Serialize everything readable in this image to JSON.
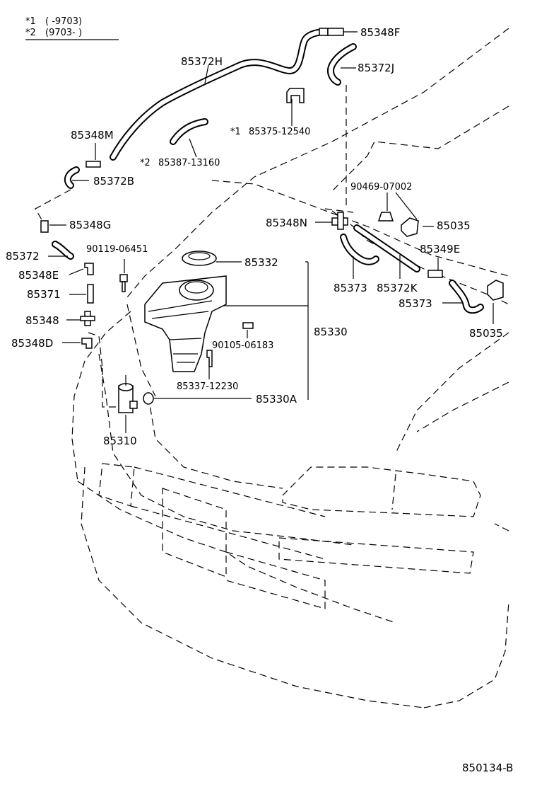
{
  "legend": {
    "row1_mark": "*1",
    "row1_range": "( -9703)",
    "row2_mark": "*2",
    "row2_range": "(9703- )"
  },
  "labels": {
    "p85348F": "85348F",
    "p85372H": "85372H",
    "p85372J": "85372J",
    "note1": "*1",
    "p85375": "85375-12540",
    "p85348M": "85348M",
    "note2": "*2",
    "p85387": "85387-13160",
    "p85372B": "85372B",
    "p90469": "90469-07002",
    "p85348G": "85348G",
    "p85348N": "85348N",
    "p85035a": "85035",
    "p85372": "85372",
    "p90119": "90119-06451",
    "p85349E": "85349E",
    "p85348E": "85348E",
    "p85332": "85332",
    "p85371": "85371",
    "p85373a": "85373",
    "p85372K": "85372K",
    "p85373b": "85373",
    "p85348": "85348",
    "p85330": "85330",
    "p85035b": "85035",
    "p85348D": "85348D",
    "p90105": "90105-06183",
    "p85337": "85337-12230",
    "p85330A": "85330A",
    "p85310": "85310"
  },
  "footer": {
    "ref": "850134-B"
  }
}
